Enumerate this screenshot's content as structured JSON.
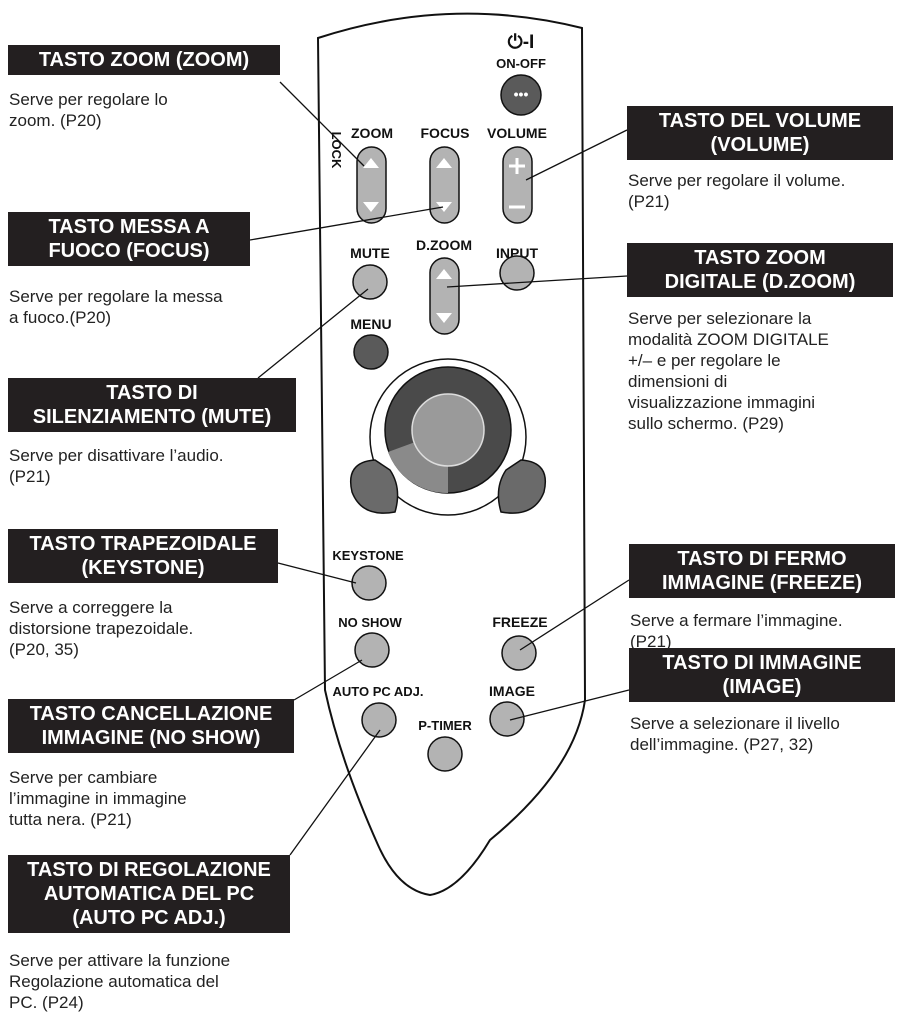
{
  "remote_labels": {
    "power_symbol": "⏻-I",
    "on_off": "ON-OFF",
    "zoom": "ZOOM",
    "focus": "FOCUS",
    "volume": "VOLUME",
    "lock": "LOCK",
    "mute": "MUTE",
    "dzoom": "D.ZOOM",
    "input": "INPUT",
    "menu": "MENU",
    "keystone": "KEYSTONE",
    "no_show": "NO SHOW",
    "freeze": "FREEZE",
    "auto_pc_adj": "AUTO PC ADJ.",
    "image": "IMAGE",
    "p_timer": "P-TIMER"
  },
  "callouts": {
    "zoom": {
      "title": [
        "TASTO ZOOM (ZOOM)"
      ],
      "desc": [
        "Serve per regolare lo",
        "zoom. (P20)"
      ]
    },
    "focus": {
      "title": [
        "TASTO MESSA A",
        "FUOCO (FOCUS)"
      ],
      "desc": [
        "Serve per regolare la messa",
        "a fuoco.(P20)"
      ]
    },
    "mute": {
      "title": [
        "TASTO DI",
        "SILENZIAMENTO (MUTE)"
      ],
      "desc": [
        "Serve per disattivare l’audio.",
        "(P21)"
      ]
    },
    "keystone": {
      "title": [
        "TASTO TRAPEZOIDALE",
        "(KEYSTONE)"
      ],
      "desc": [
        "Serve a correggere la",
        "distorsione trapezoidale.",
        "(P20, 35)"
      ]
    },
    "noshow": {
      "title": [
        "TASTO CANCELLAZIONE",
        "IMMAGINE (NO SHOW)"
      ],
      "desc": [
        "Serve per cambiare",
        "l’immagine in immagine",
        "tutta nera. (P21)"
      ]
    },
    "autopc": {
      "title": [
        "TASTO DI REGOLAZIONE",
        "AUTOMATICA DEL PC",
        "(AUTO PC ADJ.)"
      ],
      "desc": [
        "Serve per attivare la funzione",
        "Regolazione automatica del",
        "PC. (P24)"
      ]
    },
    "volume": {
      "title": [
        "TASTO DEL VOLUME",
        "(VOLUME)"
      ],
      "desc": [
        "Serve per regolare il volume.",
        "(P21)"
      ]
    },
    "dzoom": {
      "title": [
        "TASTO ZOOM",
        "DIGITALE (D.ZOOM)"
      ],
      "desc": [
        "Serve per selezionare la",
        "modalità ZOOM DIGITALE",
        "+/– e per regolare le",
        "dimensioni di",
        "visualizzazione immagini",
        "sullo schermo. (P29)"
      ]
    },
    "freeze": {
      "title": [
        "TASTO DI FERMO",
        "IMMAGINE (FREEZE)"
      ],
      "desc": [
        "Serve a fermare l’immagine.",
        "(P21)"
      ]
    },
    "image": {
      "title": [
        "TASTO DI IMMAGINE",
        "(IMAGE)"
      ],
      "desc": [
        "Serve a selezionare il livello",
        "dell’immagine. (P27, 32)"
      ]
    }
  },
  "colors": {
    "caption_bg": "#231f20",
    "button_gray": "#b3b3b3",
    "button_dark": "#5a5a5a"
  }
}
